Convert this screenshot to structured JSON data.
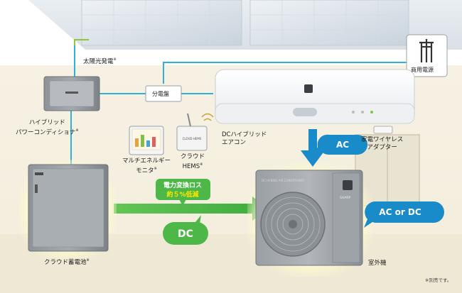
{
  "labels": {
    "solar": "太陽光発電",
    "solar_mark": "※",
    "grid_power": "商用電源",
    "distribution_board": "分電盤",
    "hybrid_conditioner_line1": "ハイブリッド",
    "hybrid_conditioner_line2": "パワーコンディショナ",
    "hybrid_conditioner_mark": "※",
    "multi_monitor_line1": "マルチエネルギー",
    "multi_monitor_line2": "モニタ",
    "multi_monitor_mark": "※",
    "hems_line1": "クラウド",
    "hems_line2": "HEMS",
    "hems_mark": "※",
    "aircon_line1": "DCハイブリッド",
    "aircon_line2": "エアコン",
    "wireless_line1": "家電ワイヤレス",
    "wireless_line2": "アダプター",
    "battery": "クラウド蓄電池",
    "battery_mark": "※",
    "outdoor_unit": "室外機",
    "footnote": "※別売です。"
  },
  "callouts": {
    "ac": "AC",
    "ac_or_dc": "AC or DC",
    "dc": "DC",
    "loss_line1": "電力変換ロス",
    "loss_line2": "約５%低減"
  },
  "device_text": {
    "hems_screen": "CLOUD HEMS",
    "outdoor_brand": "SHARP",
    "outdoor_series": "DC HYBRID AIR CONDITIONER"
  },
  "colors": {
    "wire": "#2fb0d6",
    "grid_wire": "#8dc63f",
    "dc_green": "#4db848",
    "ac_blue": "#1a8bc9",
    "glow": "#f3f0a8"
  }
}
